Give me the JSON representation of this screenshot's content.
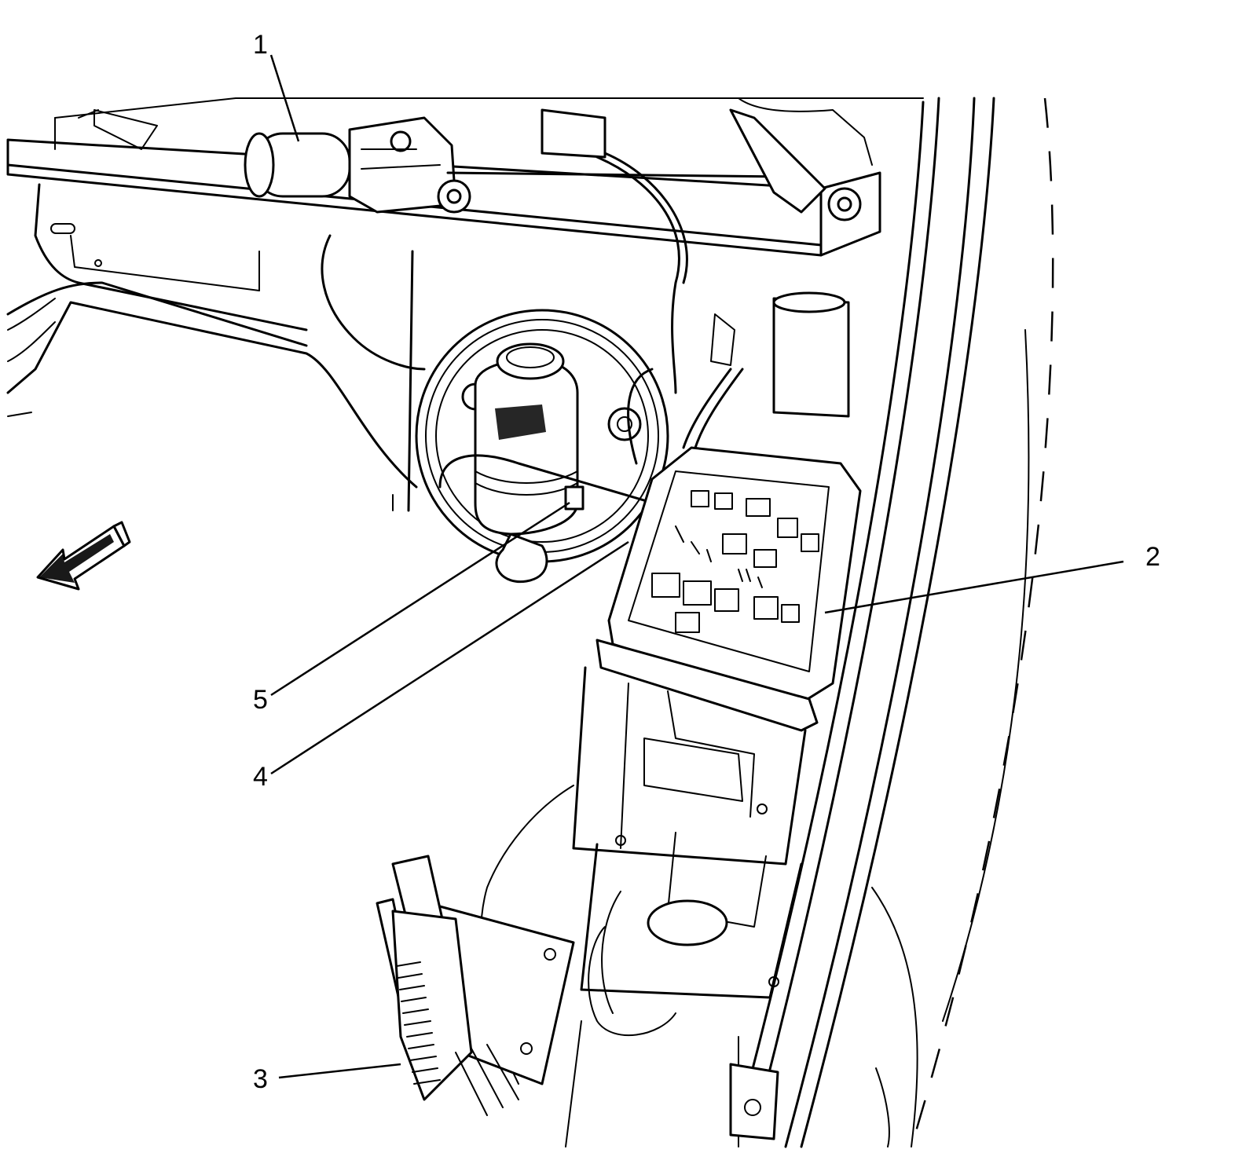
{
  "diagram": {
    "callouts": [
      {
        "id": "1",
        "label": "1"
      },
      {
        "id": "2",
        "label": "2"
      },
      {
        "id": "3",
        "label": "3"
      },
      {
        "id": "4",
        "label": "4"
      },
      {
        "id": "5",
        "label": "5"
      }
    ],
    "icons": [
      "front-direction-arrow-icon"
    ],
    "colors": {
      "line": "#000000",
      "background": "#ffffff"
    }
  }
}
